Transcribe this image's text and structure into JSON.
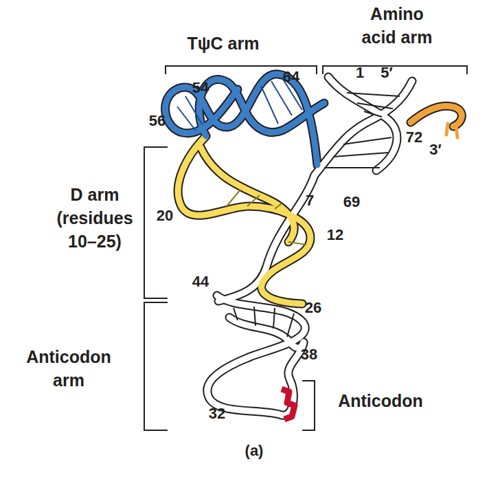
{
  "diagram": {
    "labels": [
      "TψC arm",
      "Amino acid arm",
      "54",
      "64",
      "1",
      "5′",
      "56",
      "72",
      "3′",
      "D arm (residues 10–25)",
      "20",
      "7",
      "12",
      "69",
      "44",
      "26",
      "Anticodon arm",
      "38",
      "Anticodon",
      "32",
      "(a)"
    ]
  }
}
